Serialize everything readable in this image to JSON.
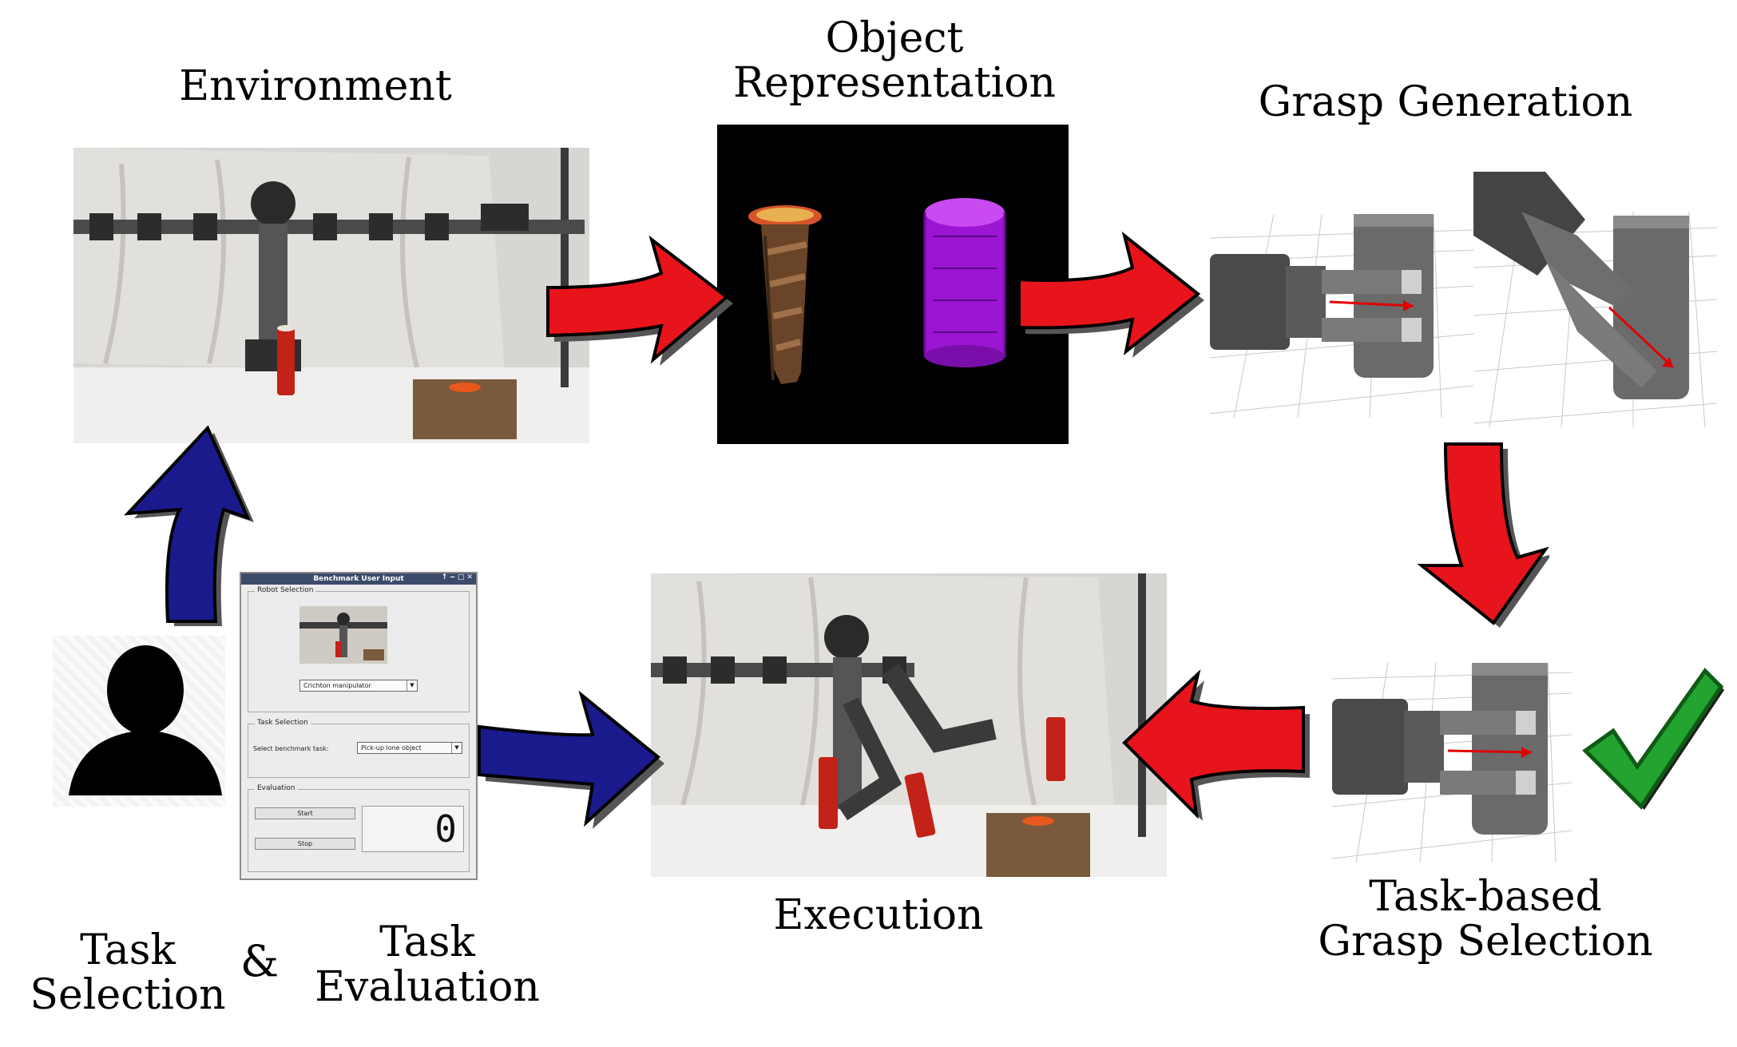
{
  "diagram": {
    "stages": {
      "environment": "Environment",
      "object_representation_line1": "Object",
      "object_representation_line2": "Representation",
      "grasp_generation": "Grasp Generation",
      "task_based_line1": "Task-based",
      "task_based_line2": "Grasp Selection",
      "execution": "Execution",
      "task_selection_line1": "Task",
      "task_selection_line2": "Selection",
      "ampersand": "&",
      "task_evaluation_line1": "Task",
      "task_evaluation_line2": "Evaluation"
    },
    "colors": {
      "forward_arrow": "#e8141b",
      "feedback_arrow": "#1a1a8c",
      "checkmark": "#1f9a2a",
      "pointcloud_bg": "#000000",
      "cylinder_purple": "#b020e8"
    }
  },
  "gui": {
    "window_title": "Benchmark User Input",
    "robot_selection_legend": "Robot Selection",
    "robot_dropdown_value": "Crichton manipulator",
    "task_selection_legend": "Task Selection",
    "task_label": "Select benchmark task:",
    "task_dropdown_value": "Pick-up lone object",
    "evaluation_legend": "Evaluation",
    "start_button": "Start",
    "stop_button": "Stop",
    "counter_value": "0",
    "window_controls": "↑ ‒ ▢ ✕"
  }
}
